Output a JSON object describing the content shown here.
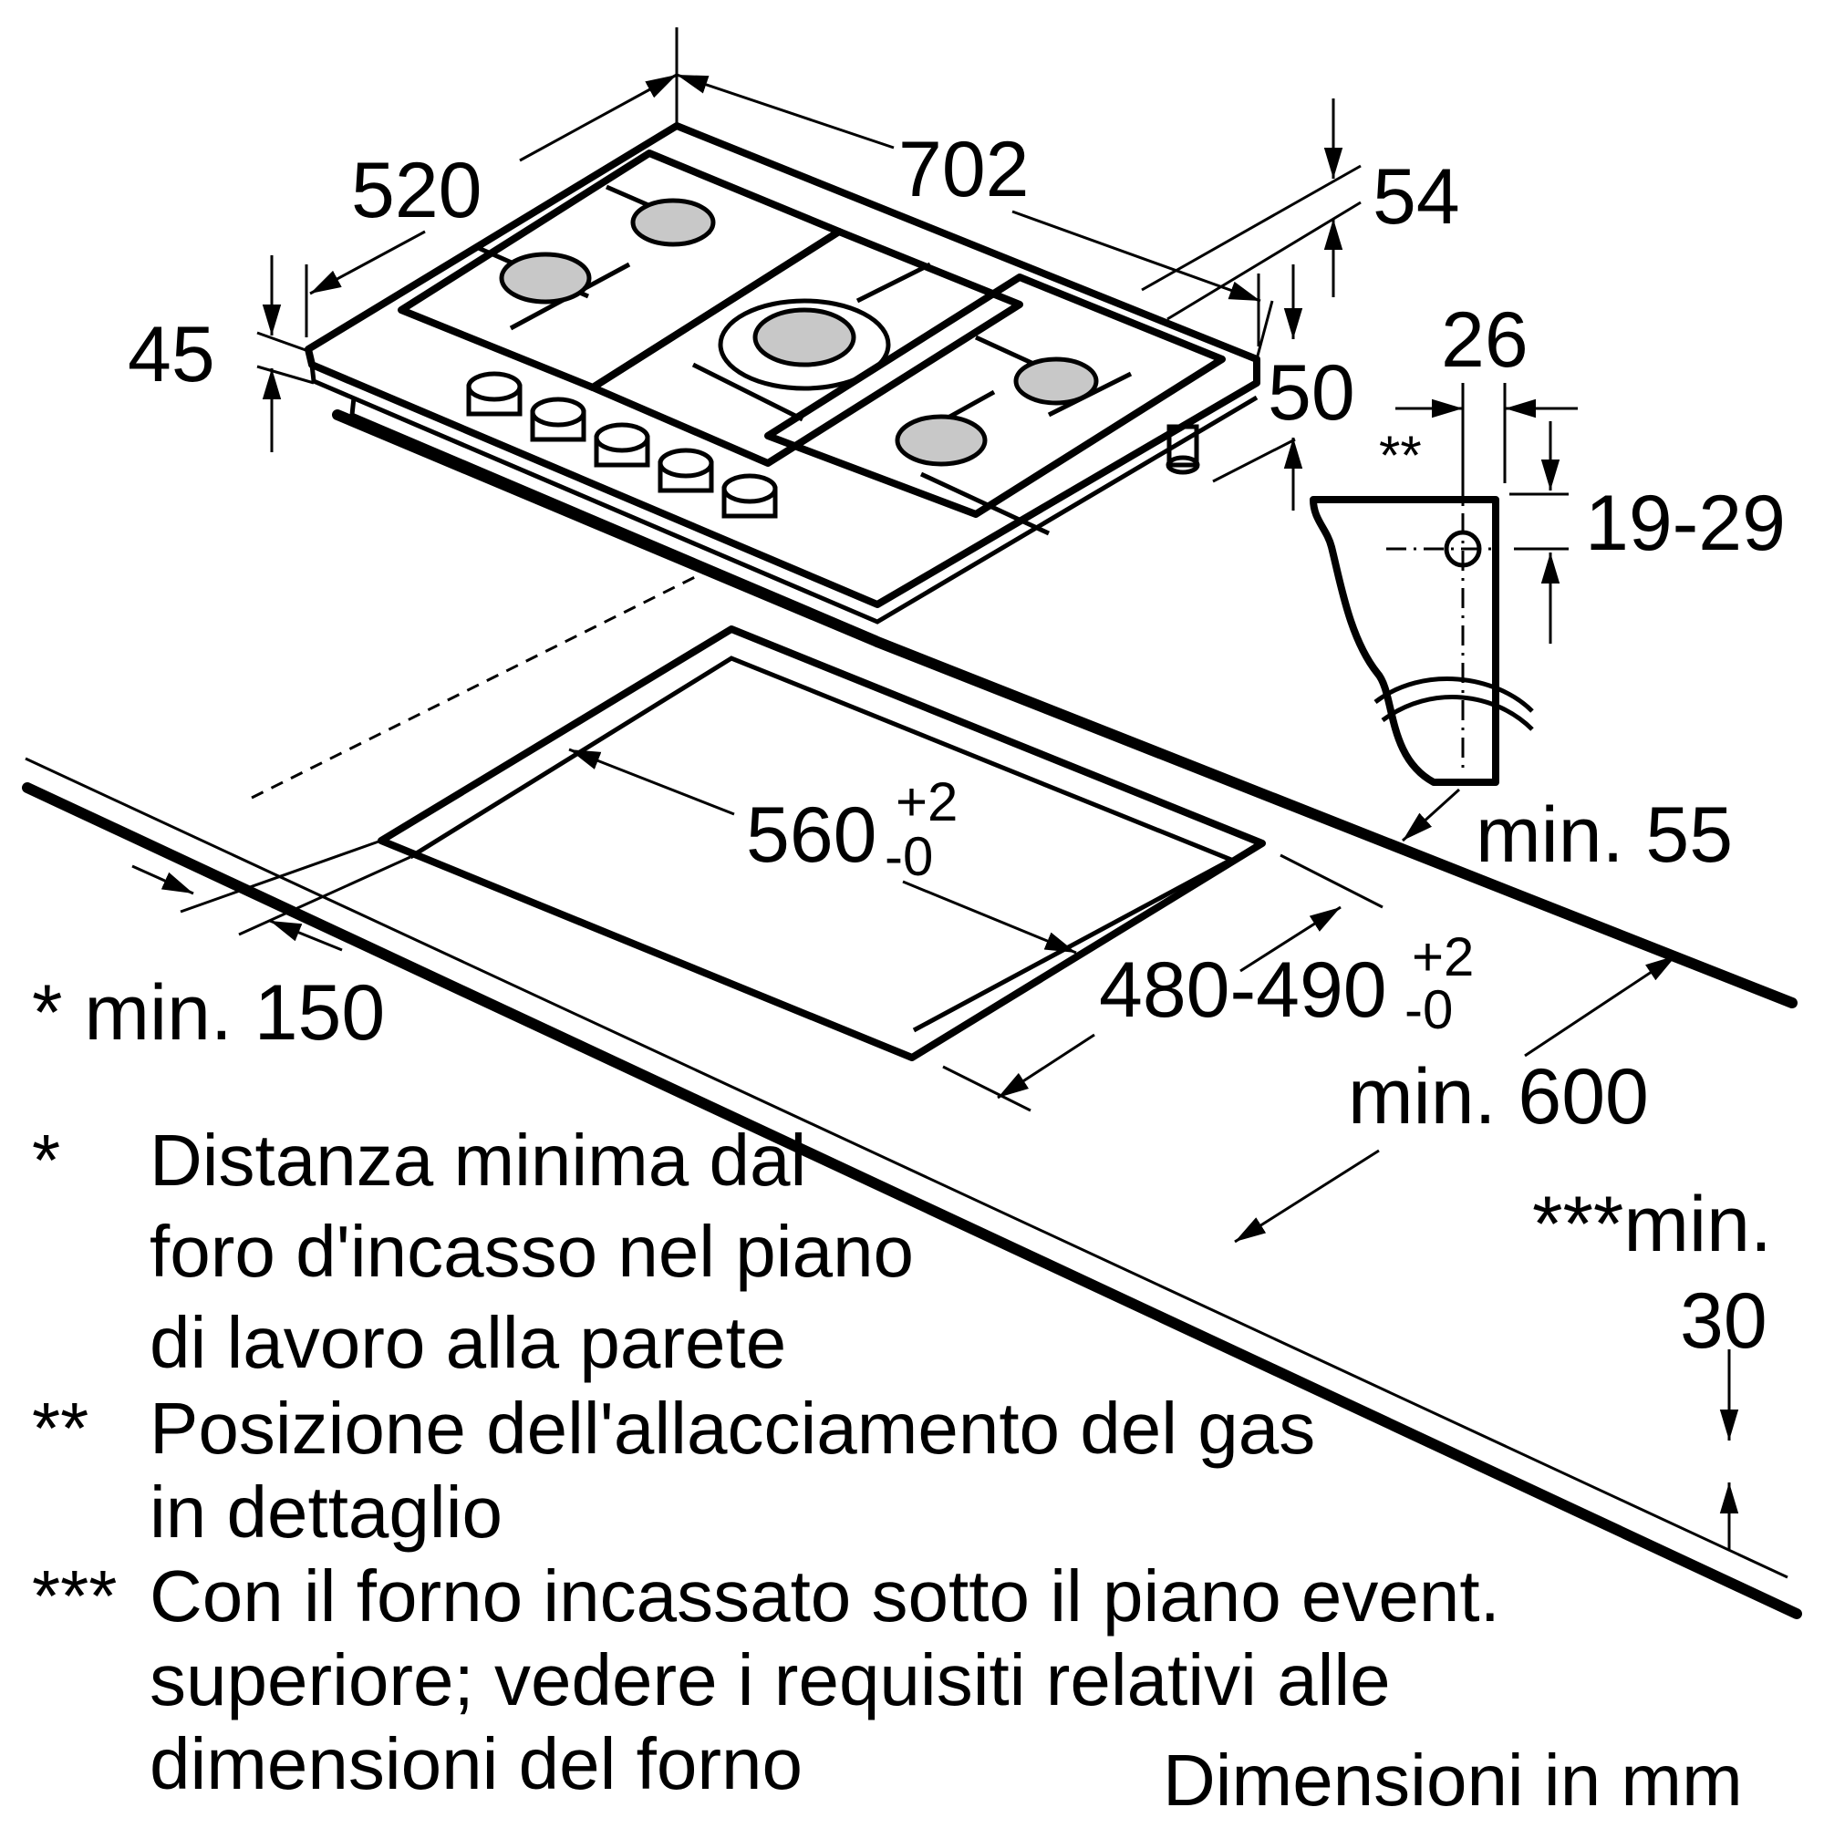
{
  "dimensions": {
    "width": "702",
    "depth": "520",
    "height_45": "45",
    "depth_54": "54",
    "depth_50": "50",
    "gas_width": "26",
    "gas_height": "19-29",
    "gas_marker": "**",
    "cutout_length": "560",
    "cutout_length_tol_plus": "+2",
    "cutout_length_tol_minus": "-0",
    "cutout_depth": "480-490",
    "cutout_depth_tol_plus": "+2",
    "cutout_depth_tol_minus": "-0",
    "min_55": "min. 55",
    "min_150": "* min. 150",
    "min_600": "min. 600",
    "min_30_line1": "***min.",
    "min_30_line2": "30"
  },
  "notes": [
    {
      "marker": "*",
      "lines": [
        "Distanza minima dal",
        "foro d'incasso nel piano",
        "di lavoro alla parete"
      ]
    },
    {
      "marker": "**",
      "lines": [
        "Posizione dell'allacciamento del gas",
        "in dettaglio"
      ]
    },
    {
      "marker": "***",
      "lines": [
        "Con il forno incassato sotto il piano event.",
        "superiore; vedere i requisiti relativi alle",
        "dimensioni del forno"
      ]
    }
  ],
  "units": "Dimensioni in mm"
}
